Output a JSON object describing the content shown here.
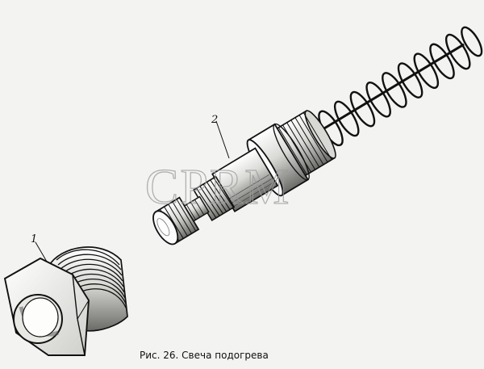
{
  "figure": {
    "caption": "Рис. 26. Свеча подогрева",
    "watermark": "CPRM",
    "callouts": [
      {
        "id": "1",
        "label": "1"
      },
      {
        "id": "2",
        "label": "2"
      }
    ],
    "colors": {
      "ink": "#111111",
      "paper": "#f3f3f1",
      "watermark": "#9a9a9a"
    }
  }
}
